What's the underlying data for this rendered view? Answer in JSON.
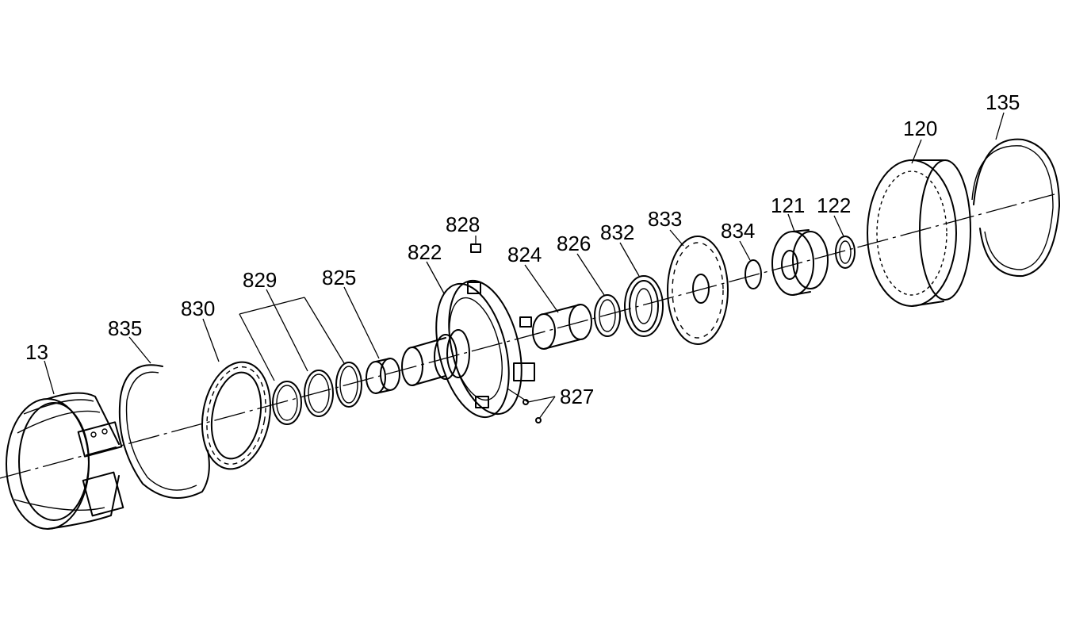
{
  "parts": [
    {
      "key": "p13",
      "label": "13"
    },
    {
      "key": "p835",
      "label": "835"
    },
    {
      "key": "p830",
      "label": "830"
    },
    {
      "key": "p829",
      "label": "829"
    },
    {
      "key": "p825",
      "label": "825"
    },
    {
      "key": "p822",
      "label": "822"
    },
    {
      "key": "p828",
      "label": "828"
    },
    {
      "key": "p824",
      "label": "824"
    },
    {
      "key": "p826",
      "label": "826"
    },
    {
      "key": "p832",
      "label": "832"
    },
    {
      "key": "p833",
      "label": "833"
    },
    {
      "key": "p834",
      "label": "834"
    },
    {
      "key": "p827",
      "label": "827"
    },
    {
      "key": "p121",
      "label": "121"
    },
    {
      "key": "p122",
      "label": "122"
    },
    {
      "key": "p120",
      "label": "120"
    },
    {
      "key": "p135",
      "label": "135"
    }
  ]
}
